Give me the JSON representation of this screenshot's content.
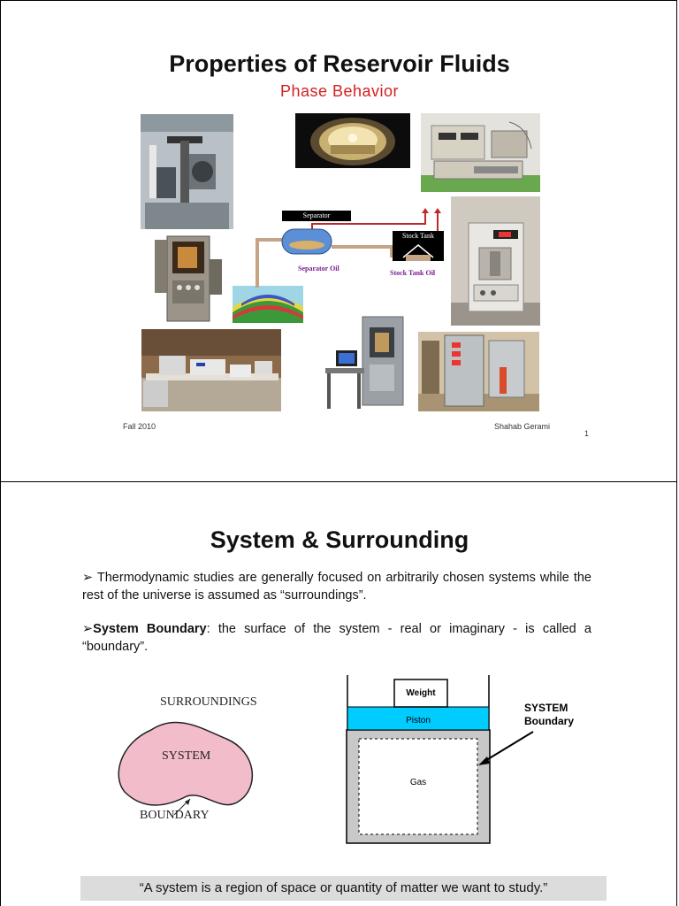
{
  "slide1": {
    "title": "Properties of Reservoir Fluids",
    "subtitle": "Phase Behavior",
    "diagram": {
      "separator_label": "Separator",
      "stock_tank_label": "Stock Tank",
      "separator_oil_label": "Separator Oil",
      "stock_tank_oil_label": "Stock Tank Oil"
    },
    "footer_left": "Fall 2010",
    "footer_right": "Shahab Gerami",
    "page_number": "1"
  },
  "slide2": {
    "title": "System & Surrounding",
    "bullet1_marker": "➢",
    "bullet1_text": "Thermodynamic studies are generally focused on arbitrarily chosen systems while the rest of the universe is assumed as “surroundings”.",
    "bullet2_marker": "➢",
    "bullet2_bold": "System Boundary",
    "bullet2_text": ": the surface of the system - real or imaginary - is called a “boundary”.",
    "left_diagram": {
      "surroundings_label": "SURROUNDINGS",
      "system_label": "SYSTEM",
      "boundary_label": "BOUNDARY"
    },
    "right_diagram": {
      "weight_label": "Weight",
      "piston_label": "Piston",
      "gas_label": "Gas",
      "system_boundary_label_line1": "SYSTEM",
      "system_boundary_label_line2": "Boundary"
    },
    "quote": "“A system is a region of space or quantity of matter we want to study.”"
  },
  "colors": {
    "subtitle": "#d42020",
    "piston": "#00ccff",
    "blob": "#f3bccb",
    "cylinder_wall": "#c8c8c8",
    "quote_bg": "#dcdcdc",
    "flow_arrow": "#c0272d",
    "pipe": "#c4a484"
  }
}
